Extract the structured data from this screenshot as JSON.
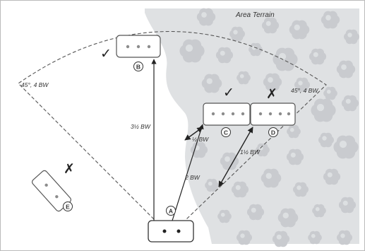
{
  "title": "Area Terrain",
  "arc_labels": {
    "left": "45°, 4 BW",
    "right": "45°, 4 BW"
  },
  "units": {
    "a": {
      "letter": "A"
    },
    "b": {
      "letter": "B",
      "status": "✓"
    },
    "c": {
      "letter": "C",
      "status": "✓"
    },
    "d": {
      "letter": "D",
      "status": "✗"
    },
    "e": {
      "letter": "E",
      "status": "✗"
    }
  },
  "distances": {
    "a_to_b": "3½ BW",
    "a_to_c": "2 BW",
    "edge_to_c": "½ BW",
    "a_to_d": "1½ BW"
  },
  "colors": {
    "terrain": "#dfe1e3",
    "blob": "#c9cbcf",
    "blob_highlight": "#e6e8ea",
    "base_fill": "#ffffff",
    "stroke": "#333333",
    "dot": "#8c8c8c",
    "text": "#333333"
  }
}
